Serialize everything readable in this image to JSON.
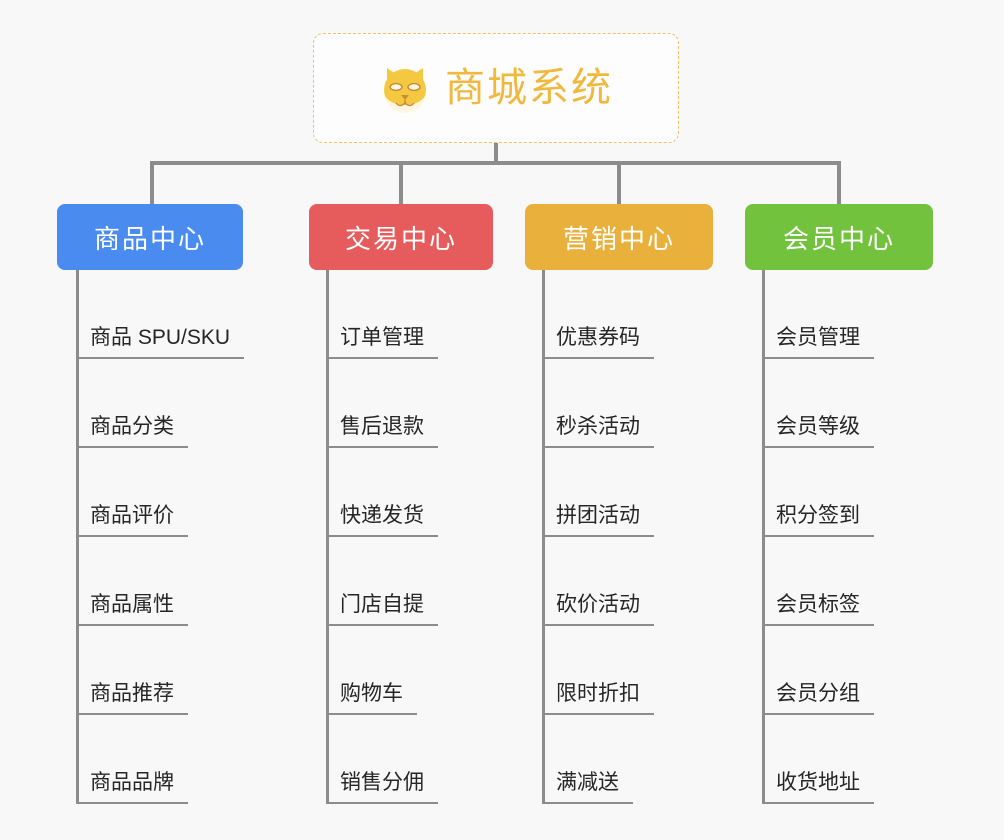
{
  "canvas": {
    "background": "#f8f8f8",
    "line_color": "#8c8c8c"
  },
  "root": {
    "title": "商城系统",
    "icon": "dog-face-icon",
    "text_color": "#f0b93e",
    "border_color": "#edc36a"
  },
  "branches": [
    {
      "label": "商品中心",
      "color": "#4a8bf0",
      "items": [
        "商品 SPU/SKU",
        "商品分类",
        "商品评价",
        "商品属性",
        "商品推荐",
        "商品品牌"
      ]
    },
    {
      "label": "交易中心",
      "color": "#e65c5c",
      "items": [
        "订单管理",
        "售后退款",
        "快递发货",
        "门店自提",
        "购物车",
        "销售分佣"
      ]
    },
    {
      "label": "营销中心",
      "color": "#eab03c",
      "items": [
        "优惠券码",
        "秒杀活动",
        "拼团活动",
        "砍价活动",
        "限时折扣",
        "满减送"
      ]
    },
    {
      "label": "会员中心",
      "color": "#73c23d",
      "items": [
        "会员管理",
        "会员等级",
        "积分签到",
        "会员标签",
        "会员分组",
        "收货地址"
      ]
    }
  ]
}
